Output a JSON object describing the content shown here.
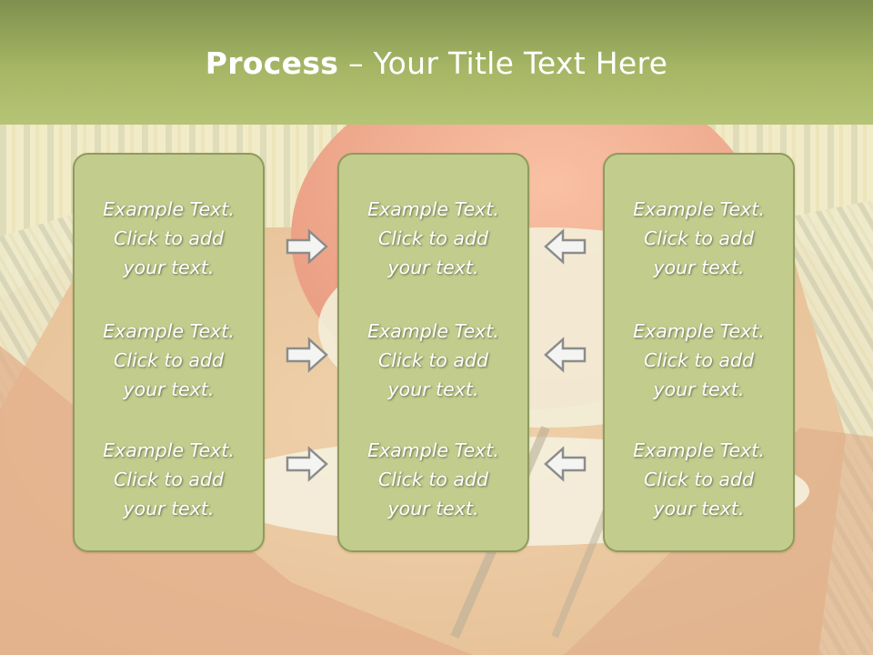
{
  "slide": {
    "title_bold": "Process",
    "title_rest": " – Your Title Text Here"
  },
  "columns": [
    {
      "items": [
        {
          "line1": "Example Text.",
          "line2": "Click  to add",
          "line3": "your text."
        },
        {
          "line1": "Example Text.",
          "line2": "Click  to add",
          "line3": "your text."
        },
        {
          "line1": "Example Text.",
          "line2": "Click  to add",
          "line3": "your text."
        }
      ]
    },
    {
      "items": [
        {
          "line1": "Example Text.",
          "line2": "Click  to add",
          "line3": "your text."
        },
        {
          "line1": "Example Text.",
          "line2": "Click  to add",
          "line3": "your text."
        },
        {
          "line1": "Example Text.",
          "line2": "Click  to add",
          "line3": "your text."
        }
      ]
    },
    {
      "items": [
        {
          "line1": "Example Text.",
          "line2": "Click  to add",
          "line3": "your text."
        },
        {
          "line1": "Example Text.",
          "line2": "Click  to add",
          "line3": "your text."
        },
        {
          "line1": "Example Text.",
          "line2": "Click  to add",
          "line3": "your text."
        }
      ]
    }
  ],
  "arrows": {
    "left_group_direction": "right",
    "right_group_direction": "left",
    "icon": "outlined-arrow-icon"
  },
  "colors": {
    "header_dark": "#7f904e",
    "header_light": "#b5c476",
    "box_fill": "#c2cc8d",
    "box_border": "#8f9c5c",
    "text": "#ffffff"
  }
}
